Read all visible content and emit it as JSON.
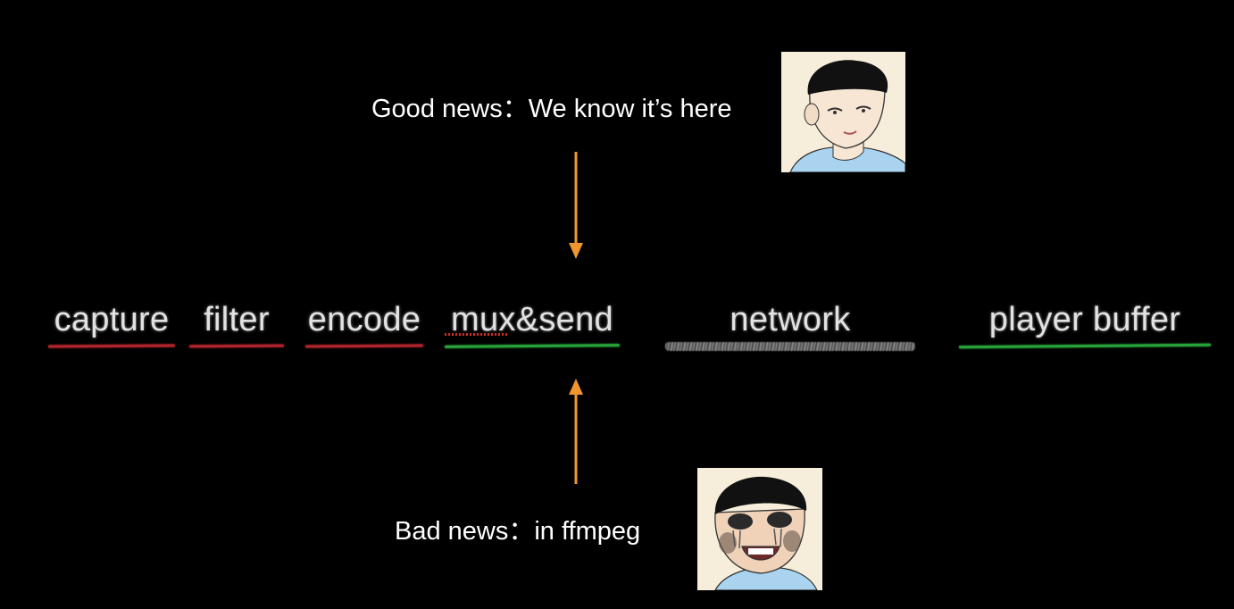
{
  "callouts": {
    "good": "Good news：We know it’s here",
    "bad": "Bad news：in ffmpeg"
  },
  "pipeline": {
    "stages": [
      {
        "label": "capture",
        "underline": "red"
      },
      {
        "label": "filter",
        "underline": "red"
      },
      {
        "label": "encode",
        "underline": "red"
      },
      {
        "label": "mux&send",
        "underline": "green"
      },
      {
        "label": "network",
        "underline": "scribble"
      },
      {
        "label": "player buffer",
        "underline": "green"
      }
    ]
  },
  "colors": {
    "background": "#000000",
    "arrow": "#f0962e",
    "underline_red": "#b1242c",
    "underline_green": "#27a33a",
    "avatar_bg": "#f6eedb",
    "shirt": "#a9d3ef"
  },
  "icons": {
    "good_avatar": "calm-face-avatar-icon",
    "bad_avatar": "crying-laughing-face-avatar-icon"
  }
}
